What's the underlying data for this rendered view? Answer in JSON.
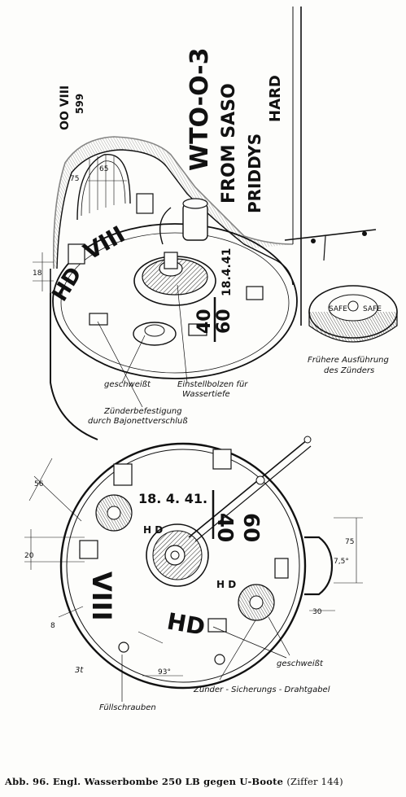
{
  "top_view": {
    "stencil_code": "OO  VIII",
    "stencil_num": "599",
    "wto": "WTO-O-3",
    "from": "FROM SASO",
    "priddys": "PRIDDYS",
    "hard": "HARD",
    "roman": "VIII",
    "hd": "HD",
    "date": "18.4.41",
    "fraction_top": "60",
    "fraction_bot": "40",
    "dim_65": "65",
    "dim_75": "75",
    "dim_18": "18",
    "label_geschweisst": "geschweißt",
    "label_einstellbolzen_1": "Einstellbolzen  für",
    "label_einstellbolzen_2": "Wassertiefe",
    "label_zuender_1": "Zünderbefestigung",
    "label_zuender_2": "durch Bajonettverschluß",
    "label_fruehere_1": "Frühere Ausführung",
    "label_fruehere_2": "des Zünders",
    "safe": "SAFE"
  },
  "plan_view": {
    "date": "18. 4. 41.",
    "fraction_top": "60",
    "fraction_bot": "40",
    "roman": "VIII",
    "hd": "HD",
    "hd_small": "H D",
    "dim_56": "56",
    "dim_20": "20",
    "dim_8": "8",
    "dim_75": "75",
    "dim_7": "7,5°",
    "dim_30": "30",
    "dim_93": "93°",
    "label_geschweisst": "geschweißt",
    "label_sicherung": "Zünder - Sicherungs - Drahtgabel",
    "label_fuell": "Füllschrauben",
    "mark": "3t"
  },
  "caption": {
    "abb": "Abb. 96.",
    "text": "Engl. Wasserbombe 250 LB gegen U-Boote",
    "ziffer": "(Ziffer 144)"
  }
}
